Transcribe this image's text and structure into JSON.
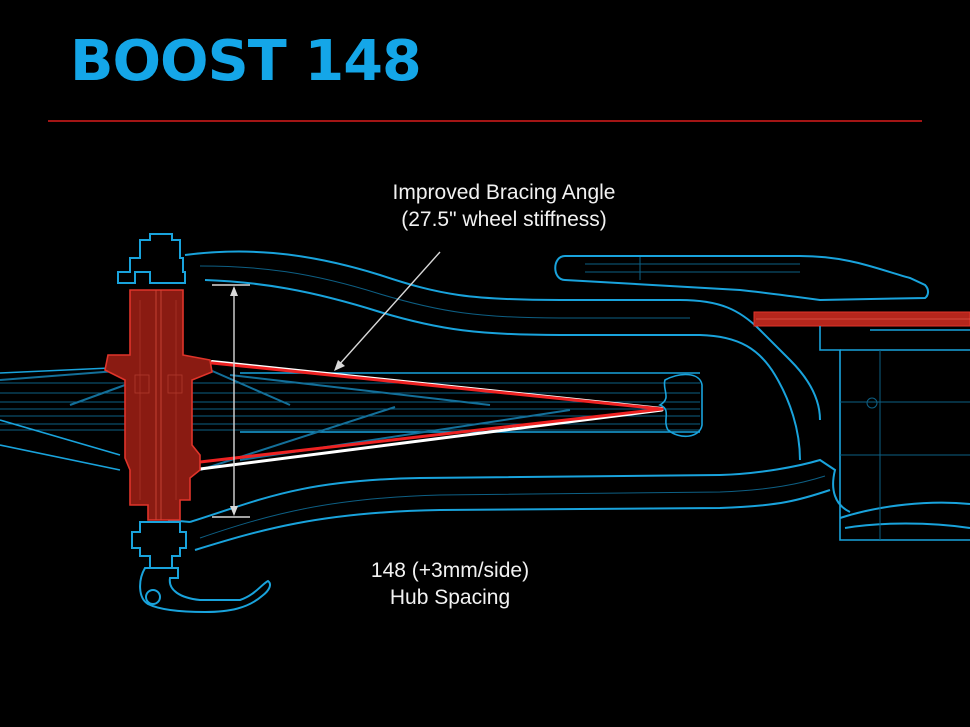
{
  "title": "BOOST 148",
  "colors": {
    "title": "#14a6e8",
    "rule": "#a31515",
    "frame_outline": "#19a3dc",
    "frame_inner": "#0d5f84",
    "hub_fill": "#8a1b12",
    "hub_outline": "#e0342a",
    "spoke_red": "#ee2222",
    "spoke_white": "#ffffff",
    "rotor_fill": "#b5261c",
    "annotation": "#d8d8d8"
  },
  "callouts": {
    "bracing": {
      "line1": "Improved Bracing Angle",
      "line2": "(27.5\" wheel stiffness)"
    },
    "spacing": {
      "line1": "148 (+3mm/side)",
      "line2": "Hub Spacing"
    }
  },
  "components": {
    "hub": "rear-hub",
    "axle_lever": "quick-release-lever",
    "rotor": "disc-brake-rotor",
    "frame": "rear-triangle",
    "rim": "wheel-rim-section"
  }
}
